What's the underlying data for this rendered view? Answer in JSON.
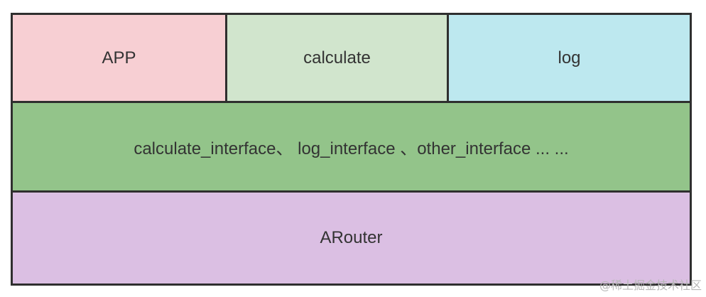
{
  "layers": {
    "top": [
      {
        "label": "APP",
        "color": "#f7cfd3"
      },
      {
        "label": "calculate",
        "color": "#d1e5cd"
      },
      {
        "label": "log",
        "color": "#bde8ef"
      }
    ],
    "interfaces": {
      "label": "calculate_interface、 log_interface 、other_interface ... ...",
      "color": "#93c48a"
    },
    "router": {
      "label": "ARouter",
      "color": "#dbbfe3"
    }
  },
  "watermark": "@稀土掘金技术社区",
  "border_color": "#2f2f2f"
}
